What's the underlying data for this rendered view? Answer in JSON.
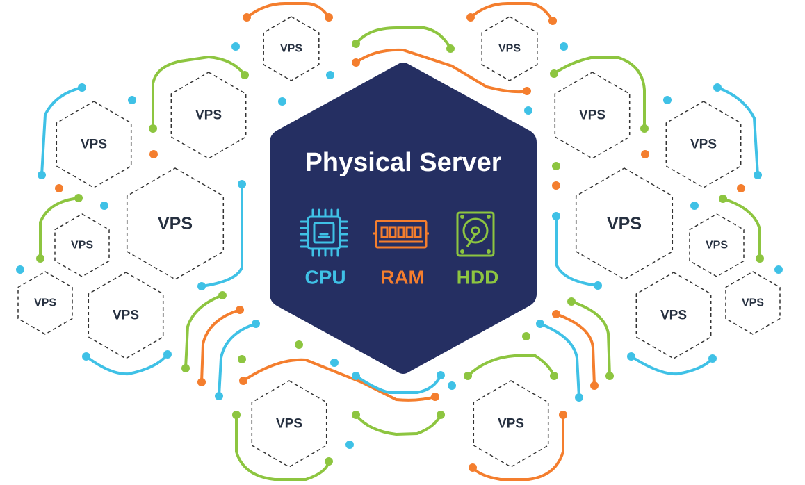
{
  "center": {
    "title": "Physical Server",
    "components": [
      {
        "label": "CPU",
        "icon": "cpu-icon",
        "color": "#3fc1e6"
      },
      {
        "label": "RAM",
        "icon": "ram-icon",
        "color": "#f47e2e"
      },
      {
        "label": "HDD",
        "icon": "hdd-icon",
        "color": "#8dc540"
      }
    ],
    "fill": "#252f62"
  },
  "vps_label": "VPS",
  "colors": {
    "blue": "#3fc1e6",
    "orange": "#f47e2e",
    "green": "#8dc540",
    "hex_stroke": "#333333"
  }
}
